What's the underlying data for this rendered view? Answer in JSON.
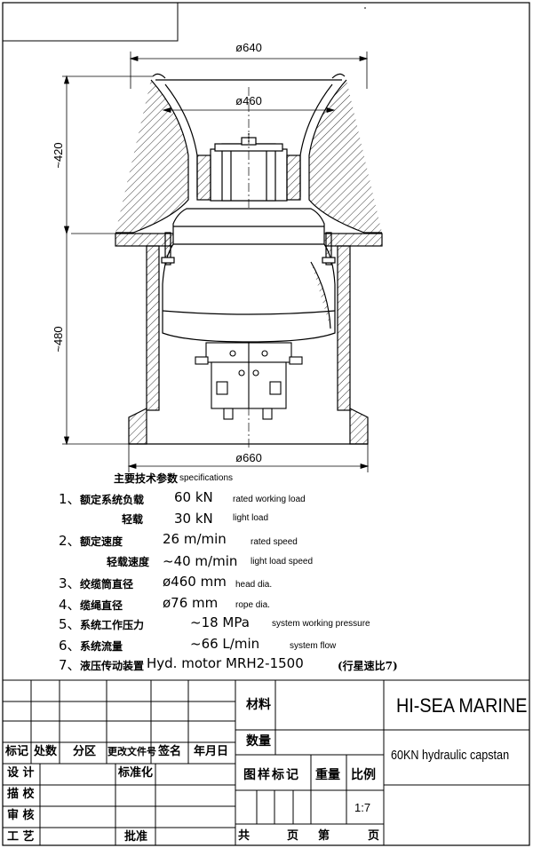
{
  "drawing": {
    "dims": {
      "top_diameter": "ø640",
      "head_diameter": "ø460",
      "base_diameter": "ø660",
      "upper_height": "~420",
      "lower_height": "~480"
    }
  },
  "specs": {
    "header_cn": "主要技术参数",
    "header_en": "specifications",
    "items": [
      {
        "num": "1、",
        "cn": "额定系统负载",
        "value": "60 kN",
        "en": "rated working load"
      },
      {
        "num": "",
        "cn": "轻载",
        "value": "30 kN",
        "en": "light load"
      },
      {
        "num": "2、",
        "cn": "额定速度",
        "value": "26 m/min",
        "en": "rated speed"
      },
      {
        "num": "",
        "cn": "轻载速度",
        "value": "~40 m/min",
        "en": "light load speed"
      },
      {
        "num": "3、",
        "cn": "绞缆筒直径",
        "value": "ø460 mm",
        "en": "head dia."
      },
      {
        "num": "4、",
        "cn": "缆绳直径",
        "value": "ø76 mm",
        "en": "rope dia."
      },
      {
        "num": "5、",
        "cn": "系统工作压力",
        "value": "~18 MPa",
        "en": "system working pressure"
      },
      {
        "num": "6、",
        "cn": "系统流量",
        "value": "~66 L/min",
        "en": "system flow"
      },
      {
        "num": "7、",
        "cn": "液压传动装置",
        "value": "Hyd. motor MRH2-1500",
        "en": "(行星速比7)"
      }
    ]
  },
  "title_block": {
    "company": "HI-SEA MARINE",
    "product": "60KN hydraulic capstan",
    "material_label": "材料",
    "quantity_label": "数量",
    "rev_headers": [
      "标记",
      "处数",
      "分区",
      "更改文件号",
      "签名",
      "年月日"
    ],
    "design": "设 计",
    "draw": "描 校",
    "check": "审 核",
    "process": "工 艺",
    "standard": "标准化",
    "approve": "批准",
    "mark_label": "图样标记",
    "weight_label": "重量",
    "scale_label": "比例",
    "scale_value": "1:7",
    "sheets_total": "共",
    "sheets_unit": "页",
    "sheet_no": "第",
    "sheet_unit2": "页"
  }
}
